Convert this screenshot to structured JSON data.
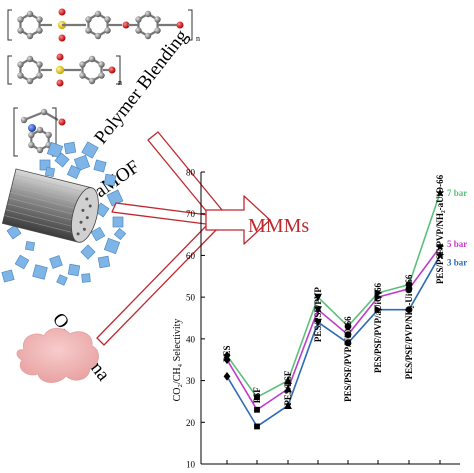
{
  "labels": {
    "polymer_blending": "Polymer Blending",
    "amof": "aMOF",
    "o2_plasma": "O₂ Plasma",
    "mmms": "MMMs",
    "subscript_n": "n"
  },
  "colors": {
    "arrow": "#c0282e",
    "arrow_fill": "#ffffff",
    "mmms_text": "#c0282e",
    "series_7bar": "#5cbf7b",
    "series_5bar": "#c23ac9",
    "series_3bar": "#2c6cb5",
    "markers": "#000000",
    "cloud": "#f0b8b8",
    "cube": "#7fb5e6",
    "cylinder": "#808080"
  },
  "icons": [
    "polymer-structure-icon",
    "mof-cylinder-icon",
    "mof-cube-icon",
    "plasma-cloud-icon",
    "flow-arrow-icon"
  ],
  "chart_data": {
    "type": "line",
    "ylabel": "CO₂/CH₄ Selectivity",
    "ylim": [
      10,
      80
    ],
    "yticks": [
      10,
      20,
      30,
      40,
      50,
      60,
      70,
      80
    ],
    "categories": [
      "PES",
      "PSF",
      "PES/PSF",
      "PES/PSF/PVP",
      "PES/PSF/PVP/UiO-66",
      "PES/PSF/PVP/aUiO-66",
      "PES/PSF/PVP/NH₂-UiO-66",
      "PES/PSF/PVP/NH₂-aUiO-66"
    ],
    "series": [
      {
        "name": "7 bar",
        "values": [
          36,
          26,
          30,
          50,
          43,
          51,
          53,
          75
        ]
      },
      {
        "name": "5 bar",
        "values": [
          35,
          23,
          28,
          47,
          41,
          50,
          52,
          62
        ]
      },
      {
        "name": "3 bar",
        "values": [
          31,
          19,
          24,
          44,
          39,
          47,
          47,
          60
        ]
      }
    ]
  }
}
